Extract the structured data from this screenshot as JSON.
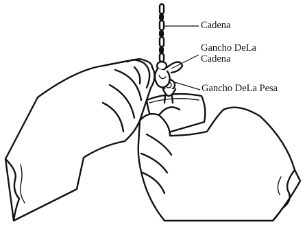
{
  "labels": {
    "chain": "Cadena",
    "chain_hook_line1": "Gancho DeLa",
    "chain_hook_line2": "Cadena",
    "weight_hook": "Gancho DeLa Pesa"
  }
}
